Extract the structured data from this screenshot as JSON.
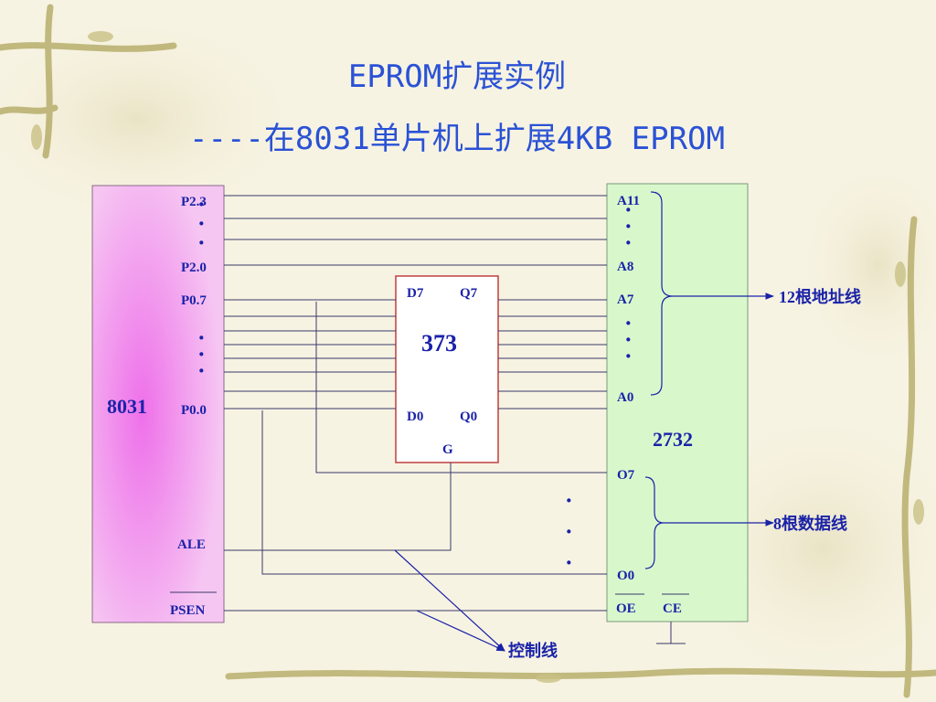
{
  "slide": {
    "title_line1": "EPROM扩展实例",
    "title_line2": "----在8031单片机上扩展4KB EPROM"
  },
  "diagram": {
    "mcu": {
      "name": "8031",
      "pins": {
        "p2_3": "P2.3",
        "p2_0": "P2.0",
        "p0_7": "P0.7",
        "p0_0": "P0.0",
        "ale": "ALE",
        "psen": "PSEN"
      }
    },
    "latch": {
      "name": "373",
      "pins": {
        "d7": "D7",
        "q7": "Q7",
        "d0": "D0",
        "q0": "Q0",
        "g": "G"
      }
    },
    "eprom": {
      "name": "2732",
      "pins": {
        "a11": "A11",
        "a8": "A8",
        "a7": "A7",
        "a0": "A0",
        "o7": "O7",
        "o0": "O0",
        "oe": "OE",
        "ce": "CE"
      }
    },
    "labels": {
      "address_lines": "12根地址线",
      "data_lines": "8根数据线",
      "control_lines": "控制线"
    },
    "ellipsis": "·"
  },
  "colors": {
    "title": "#2a52d6",
    "mcu_fill": "#f6c6f2",
    "mcu_glow": "#ee70ea",
    "eprom_fill": "#d8f8cc",
    "latch_border": "#c04040",
    "text": "#1a22a8",
    "wire": "#3a3a6a"
  }
}
